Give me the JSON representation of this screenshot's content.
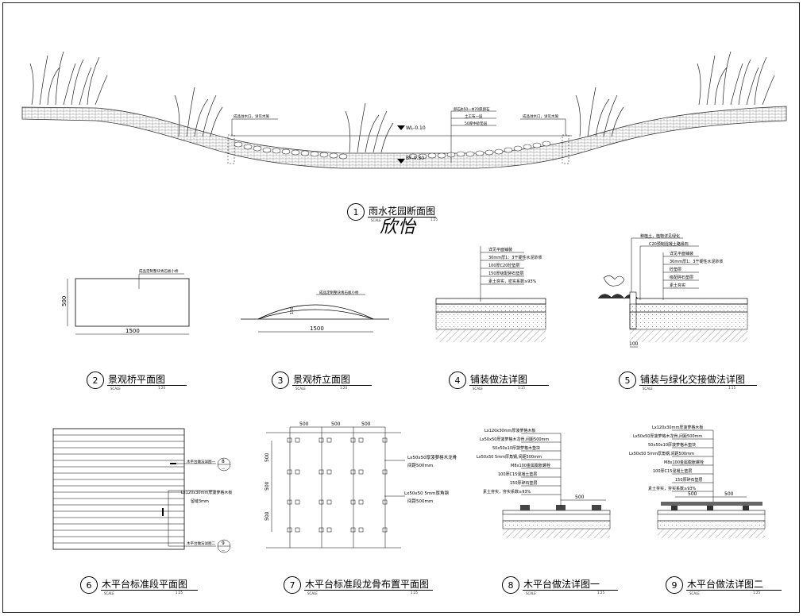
{
  "sheet": {
    "signature": "欣怡"
  },
  "titles": [
    {
      "number": "1",
      "title": "雨水花园断面图",
      "scale_label": "SCALE",
      "scale": "1:25"
    },
    {
      "number": "2",
      "title": "景观桥平面图",
      "scale_label": "SCALE",
      "scale": "1:20"
    },
    {
      "number": "3",
      "title": "景观桥立面图",
      "scale_label": "SCALE",
      "scale": "1:20"
    },
    {
      "number": "4",
      "title": "铺装做法详图",
      "scale_label": "SCALE",
      "scale": "1:15"
    },
    {
      "number": "5",
      "title": "铺装与绿化交接做法详图",
      "scale_label": "SCALE",
      "scale": "1:15"
    },
    {
      "number": "6",
      "title": "木平台标准段平面图",
      "scale_label": "SCALE",
      "scale": "1:25"
    },
    {
      "number": "7",
      "title": "木平台标准段龙骨布置平面图",
      "scale_label": "SCALE",
      "scale": "1:25"
    },
    {
      "number": "8",
      "title": "木平台做法详图一",
      "scale_label": "SCALE",
      "scale": "1:25"
    },
    {
      "number": "9",
      "title": "木平台做法详图二",
      "scale_label": "SCALE",
      "scale": "1:25"
    }
  ],
  "section1": {
    "left_note": "成品溢水口，详见水施",
    "right_note": "成品溢水口，详见水施",
    "wl": "WL-0.10",
    "bf": "BF-0.30",
    "layers": [
      "卵石Φ50—Φ70厚卵石",
      "土工布一层",
      "50厚中砂垫层"
    ]
  },
  "bridge_plan": {
    "note": "成品定制整块青石板小桥",
    "width": "1500",
    "height": "500"
  },
  "bridge_elev": {
    "note": "成品定制整块青石板小桥",
    "width": "1500",
    "height": "150"
  },
  "paving": {
    "layers": [
      "详见平面铺装",
      "30mm厚1：3干硬性水泥砂浆",
      "100厚C20砼垫层",
      "150厚级配碎石垫层",
      "素土夯实，密实系数≥93%"
    ]
  },
  "paving_green": {
    "layers": [
      "种植土，植物详见绿化",
      "C20预制混凝土路缘石",
      "详见平面铺装",
      "30mm厚1：3干硬性水泥砂浆",
      "砼垫层",
      "级配碎石垫层",
      "素土夯实"
    ],
    "dim": "100"
  },
  "deck_plan": {
    "callout_a": "木平台做法详图一",
    "callout_a_num": "8",
    "callout_b": "木平台做法详图二",
    "callout_b_num": "9",
    "note": "Lx120x30mm厚菠萝格木板",
    "note2": "留缝3mm",
    "dash": "—"
  },
  "joist_plan": {
    "top_dims": [
      "500",
      "500",
      "500"
    ],
    "side_dims": [
      "500",
      "500",
      "500"
    ],
    "note1": "Lx50x50厚菠萝格木龙骨",
    "note1b": "间距500mm",
    "note2": "Lx50x50 5mm厚角钢",
    "note2b": "间距500mm"
  },
  "deck_detail1": {
    "layers": [
      "Lx120x30mm厚菠萝格木板",
      "Lx50x50厚菠萝格木龙骨,间距500mm",
      "50x50x10厚菠萝格木垫块",
      "Lx50x50 5mm厚角钢,间距500mm",
      "M8x100金属膨胀螺栓",
      "100厚C15混凝土垫层",
      "150厚碎石垫层",
      "素土夯实，夯实系数≥93%"
    ],
    "dim": "500"
  },
  "deck_detail2": {
    "layers": [
      "Lx120x30mm厚菠萝格木板",
      "Lx50x50厚菠萝格木龙骨,间距500mm",
      "50x50x10厚菠萝格木垫块",
      "Lx50x50 5mm厚角钢,间距500mm",
      "M8x100金属膨胀螺栓",
      "100厚C15混凝土垫层",
      "150厚碎石垫层",
      "素土夯实，夯实系数≥93%"
    ],
    "dims": [
      "500",
      "500"
    ]
  }
}
